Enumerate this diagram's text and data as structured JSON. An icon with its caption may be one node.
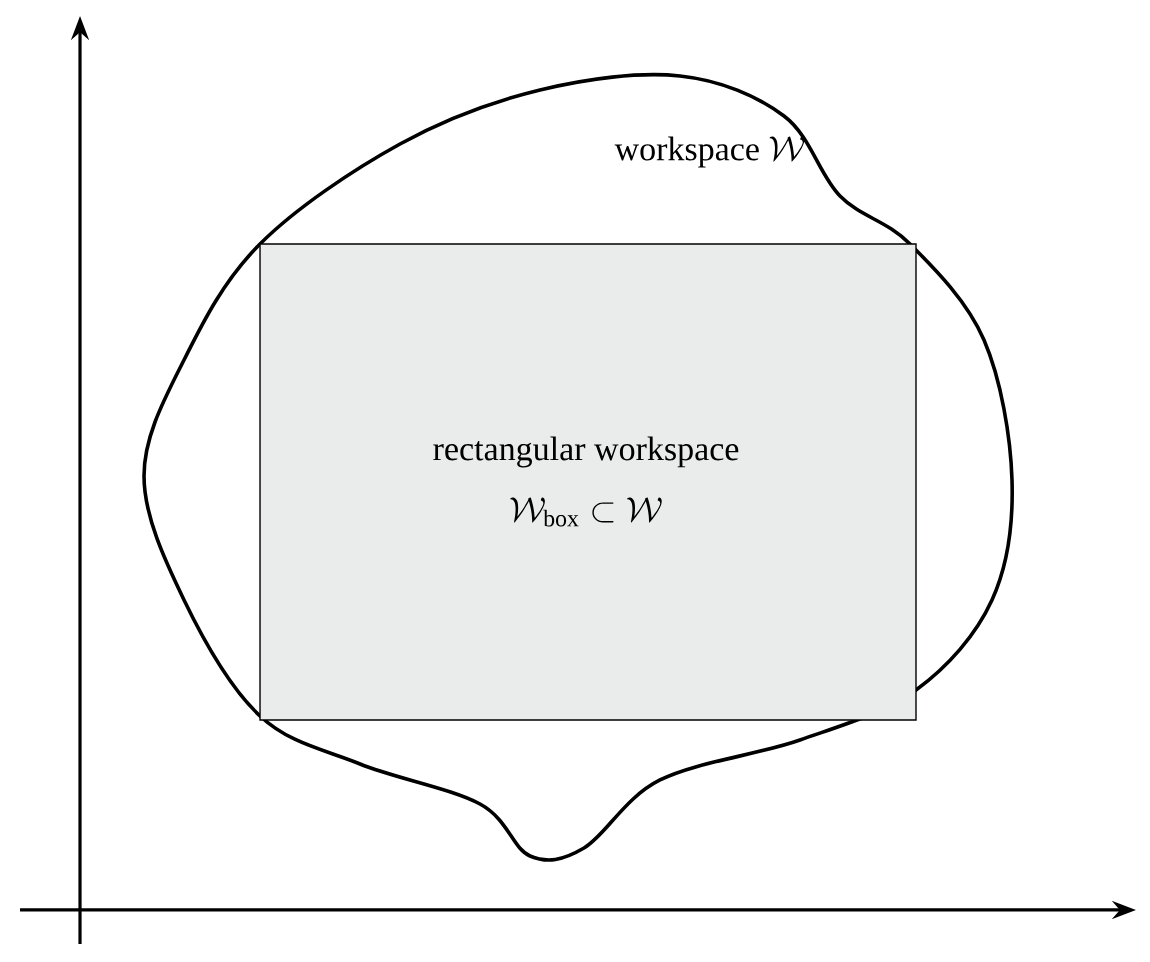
{
  "diagram": {
    "nodes": [
      {
        "text": [
          "\\text{workspace } \\mathcal{W}"
        ]
      },
      {
        "text": [
          "rectangular workspace",
          "\\mathcal{W}_{\\mathrm{box}} \\subset \\mathcal{W}"
        ],
        "in": 0
      }
    ],
    "edges": []
  }
}
